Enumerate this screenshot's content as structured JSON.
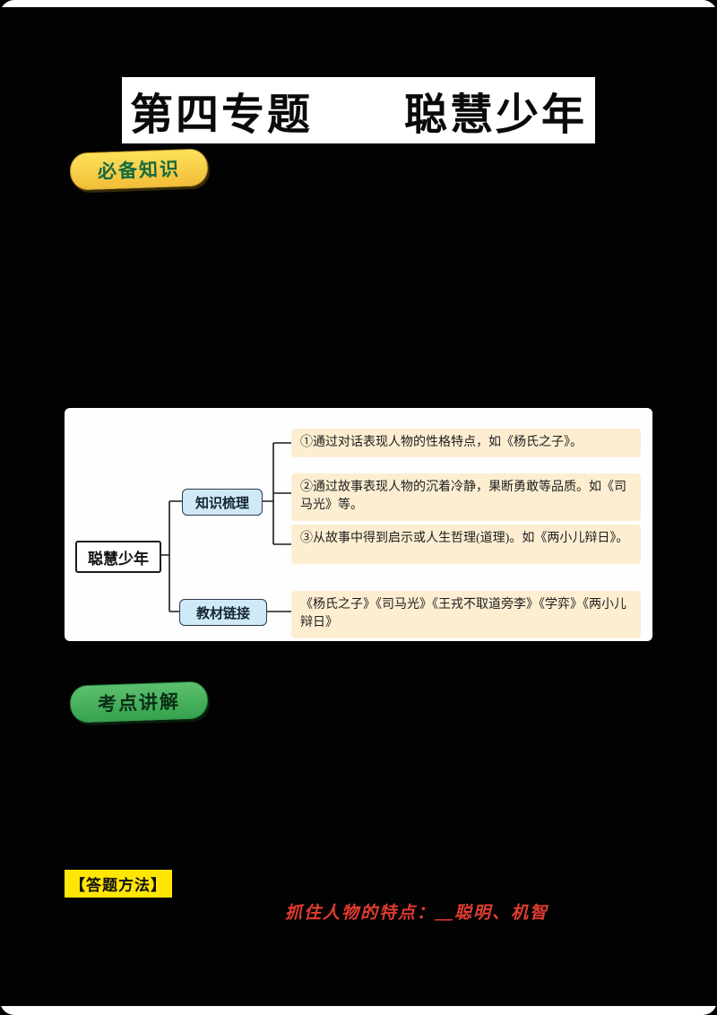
{
  "title": "第四专题　　聪慧少年",
  "sections": {
    "must_know_badge": "必备知识",
    "exam_badge": "考点讲解"
  },
  "mindmap": {
    "root": "聪慧少年",
    "branches": [
      {
        "label": "知识梳理",
        "leaves": [
          "①通过对话表现人物的性格特点，如《杨氏之子》。",
          "②通过故事表现人物的沉着冷静，果断勇敢等品质。如《司马光》等。",
          "③从故事中得到启示或人生哲理(道理)。如《两小儿辩日》。"
        ]
      },
      {
        "label": "教材链接",
        "leaves": [
          "《杨氏之子》《司马光》《王戎不取道旁李》《学弈》《两小儿辩日》"
        ]
      }
    ]
  },
  "answer_method": {
    "label": "【答题方法】",
    "handwritten_note": "抓住人物的特点：＿聪明、机智"
  },
  "colors": {
    "must_know_bg": "#f8c93c",
    "must_know_text": "#156b3f",
    "exam_bg": "#41b05e",
    "leaf_bg": "#fdeed2",
    "branch_bg": "#cfe9f6",
    "note_red": "#e23c30",
    "highlight_yellow": "#ffe606"
  }
}
